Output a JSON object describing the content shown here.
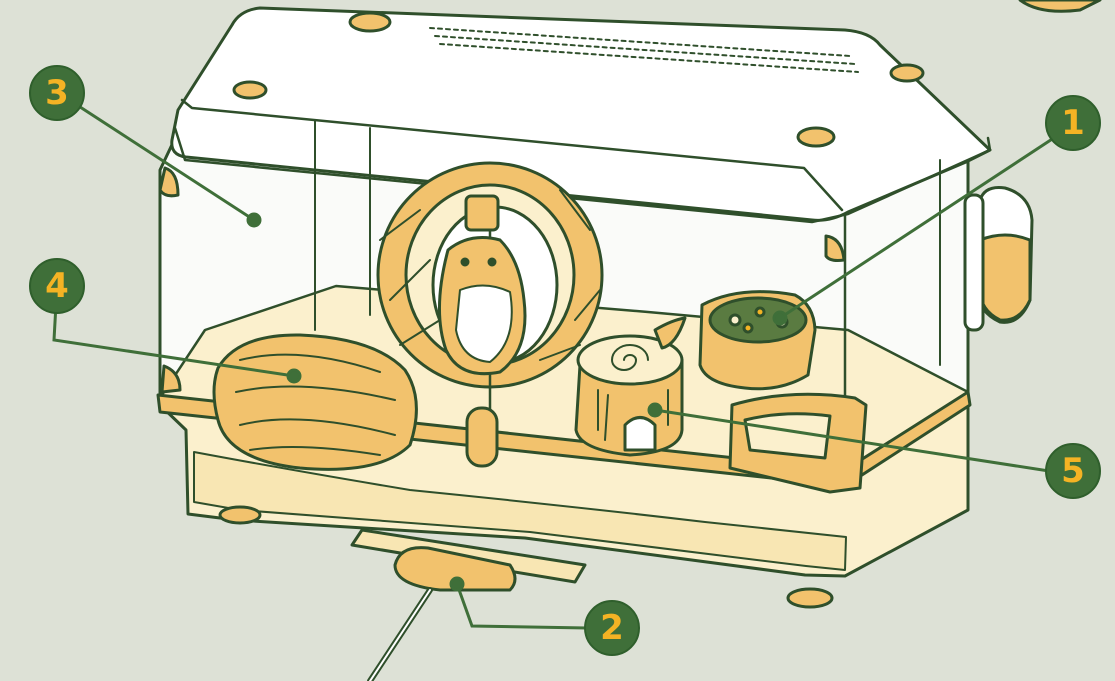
{
  "colors": {
    "background": "#dde1d6",
    "badge_fill": "#3f6f39",
    "badge_text": "#f4b324",
    "leader_line": "#3f6f39",
    "outline": "#2f4f2b",
    "accent_orange": "#f2c26d",
    "pale_yellow": "#fbf0cd",
    "white": "#ffffff"
  },
  "callouts": [
    {
      "label": "1",
      "target": "food-bowl"
    },
    {
      "label": "2",
      "target": "water-bottle-holder"
    },
    {
      "label": "3",
      "target": "cage-panel"
    },
    {
      "label": "4",
      "target": "bedding-nest"
    },
    {
      "label": "5",
      "target": "log-hideout"
    }
  ],
  "illustration": {
    "subject": "hamster-cage",
    "elements": [
      "cage-lid",
      "exercise-wheel",
      "hamster",
      "food-bowl",
      "water-bottle",
      "log-hideout",
      "bedding-nest",
      "ramp-platform",
      "feeder-tray"
    ]
  }
}
